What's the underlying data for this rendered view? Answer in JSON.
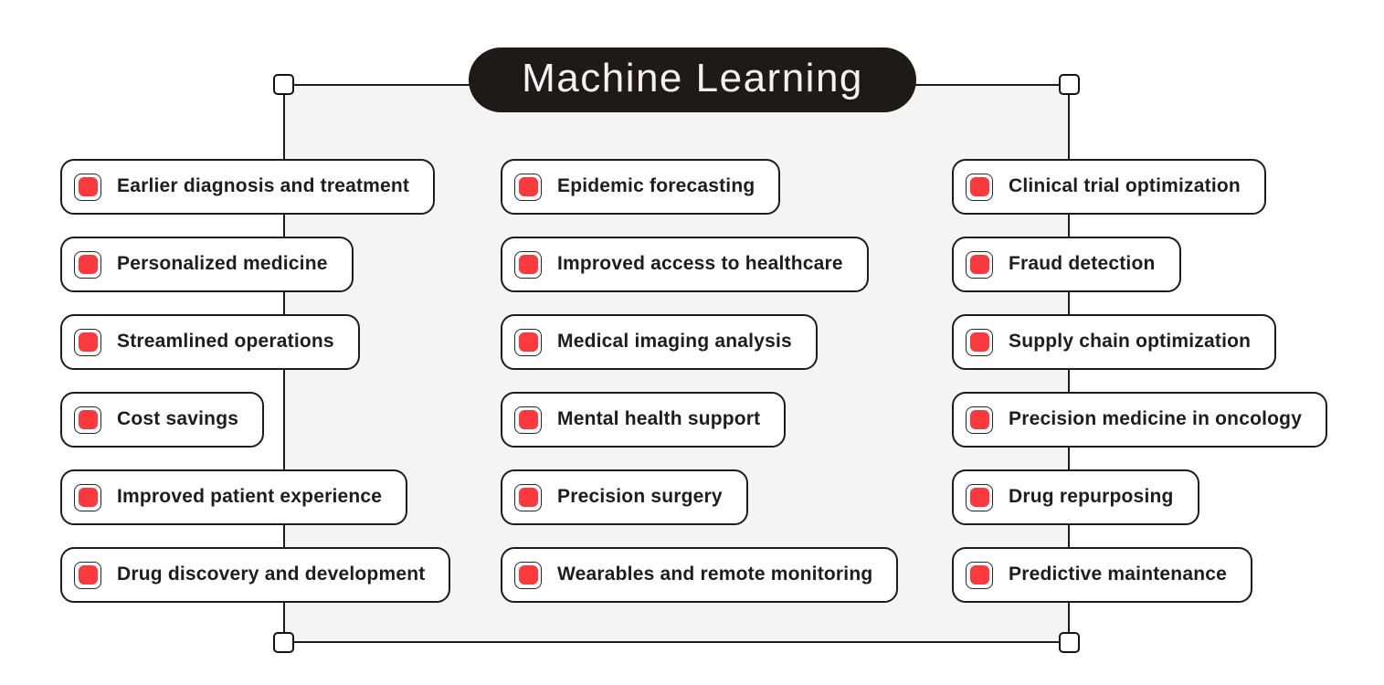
{
  "title": {
    "label": "Machine Learning"
  },
  "colors": {
    "accent": "#FA3A3C",
    "stroke": "#1C1C1C",
    "canvas_fill": "#F4F4F4",
    "pill_bg": "#1E1A1A",
    "pill_text": "#F7F1EF"
  },
  "icons": {
    "item_bullet": "checkbox-icon",
    "corner_handles": "resize-handle"
  },
  "columns": [
    [
      "Earlier diagnosis and treatment",
      "Personalized medicine",
      "Streamlined operations",
      "Cost savings",
      "Improved patient experience",
      "Drug discovery and development"
    ],
    [
      "Epidemic forecasting",
      "Improved access to healthcare",
      "Medical imaging analysis",
      "Mental health support",
      "Precision surgery",
      "Wearables and remote monitoring"
    ],
    [
      "Clinical trial optimization",
      "Fraud detection",
      "Supply chain optimization",
      "Precision medicine in oncology",
      "Drug repurposing",
      "Predictive maintenance"
    ]
  ]
}
